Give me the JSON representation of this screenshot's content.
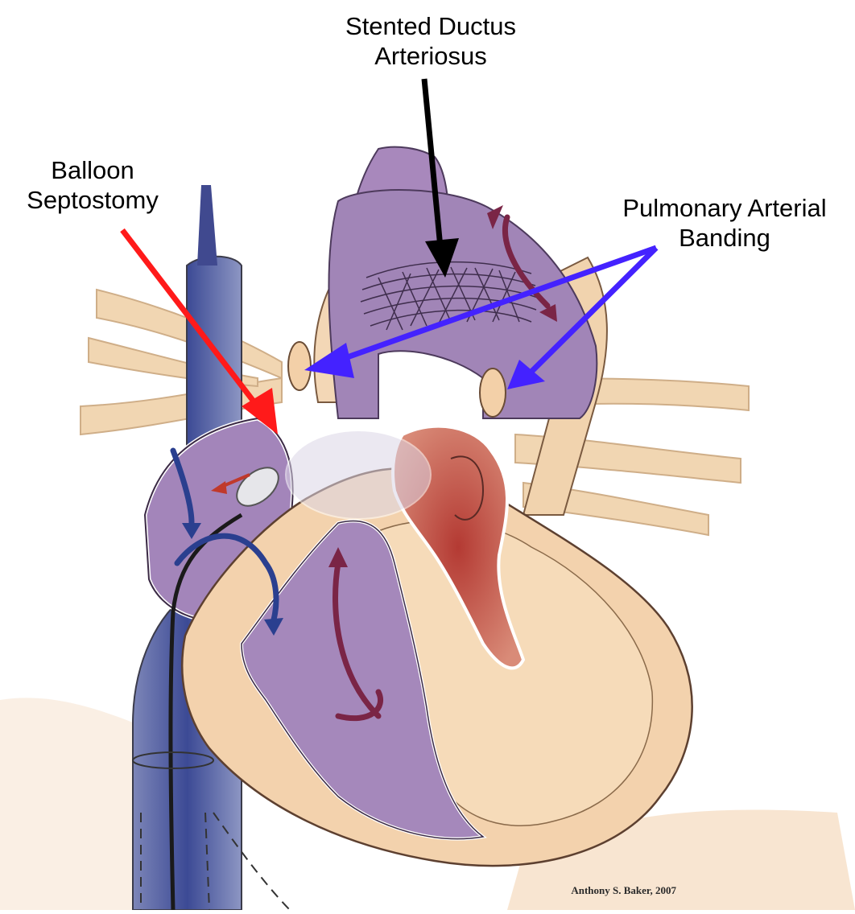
{
  "labels": {
    "stented_ductus": {
      "line1": "Stented Ductus",
      "line2": "Arteriosus"
    },
    "balloon_septostomy": {
      "line1": "Balloon",
      "line2": "Septostomy"
    },
    "pulmonary_banding": {
      "line1": "Pulmonary Arterial",
      "line2": "Banding"
    }
  },
  "credit": "Anthony S. Baker, 2007",
  "colors": {
    "pointer_black": "#000000",
    "pointer_red": "#ff1a1a",
    "pointer_blue": "#4422ff",
    "deoxygenated": "#9c7fb0",
    "oxygenated": "#c96b5e",
    "tissue": "#f0cfa6",
    "flow_arrow_dark": "#7a2546",
    "venous_blue": "#2a3f8f"
  }
}
